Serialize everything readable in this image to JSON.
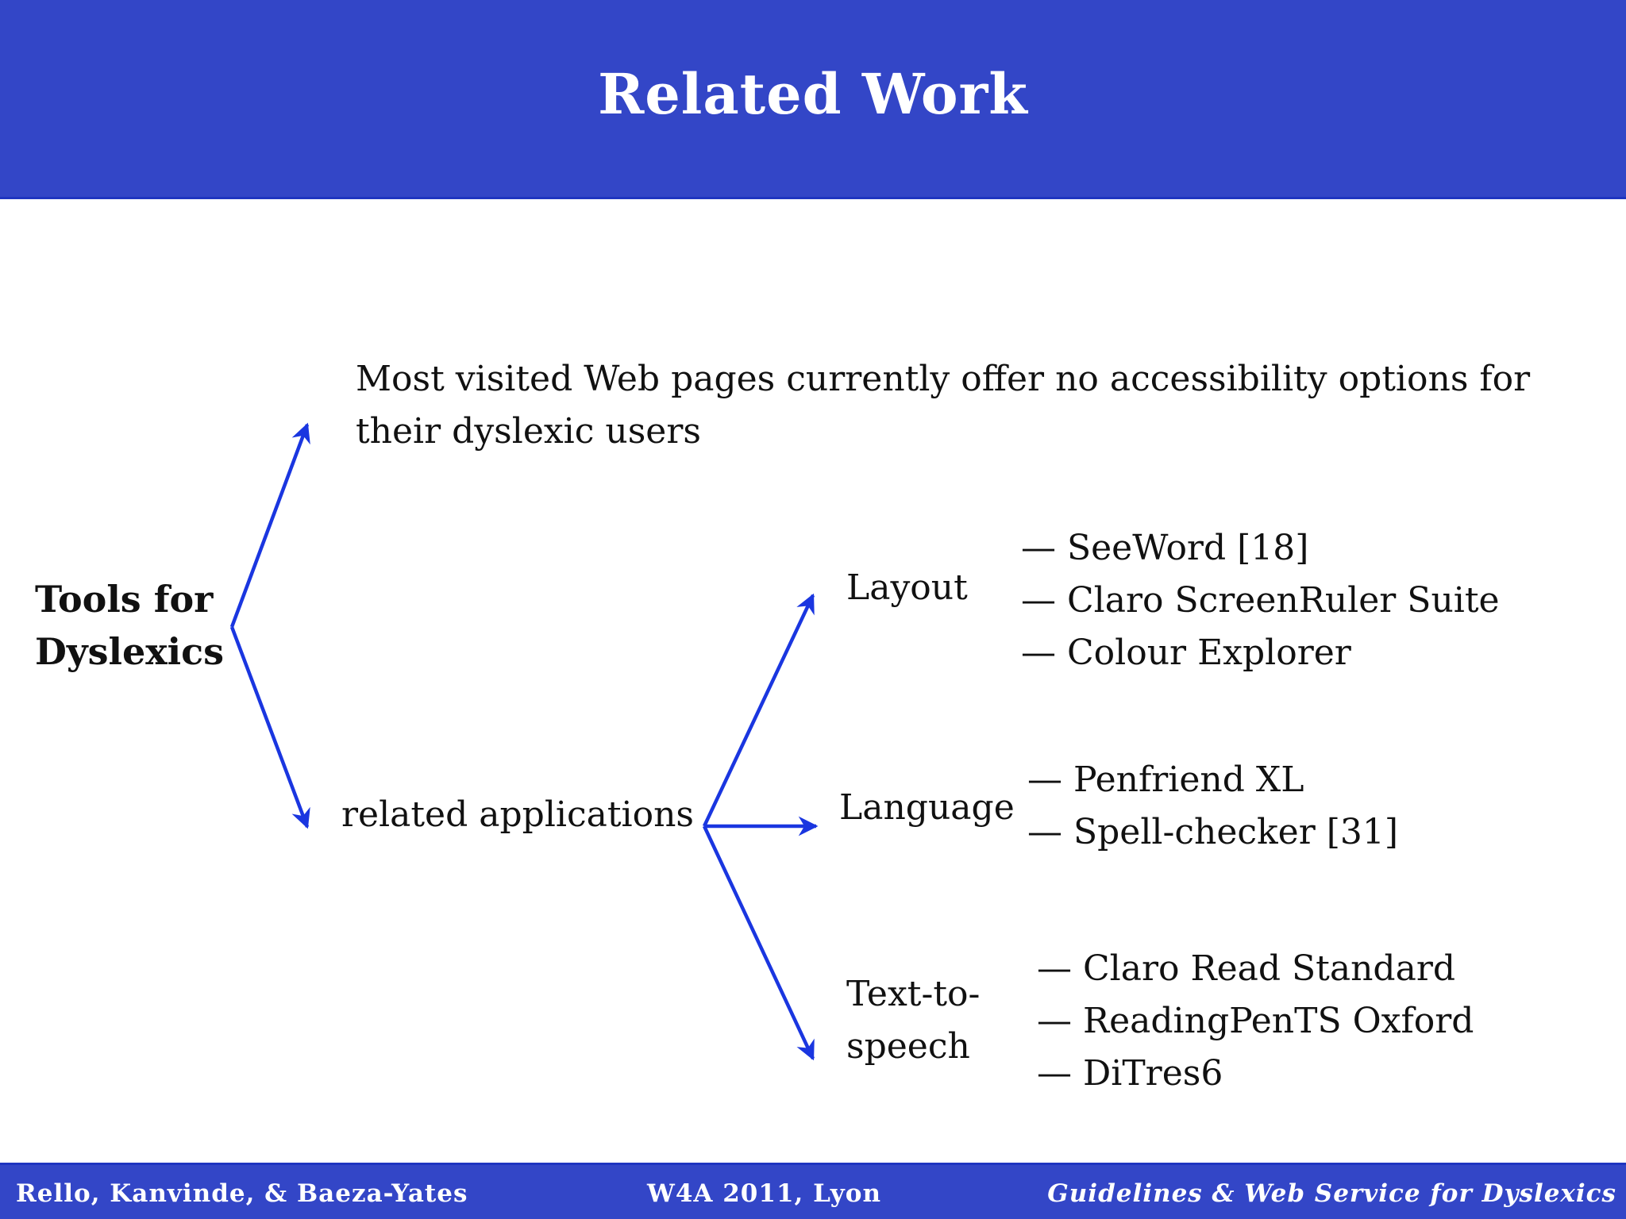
{
  "slide": {
    "title": "Related Work"
  },
  "tree": {
    "root": {
      "line1": "Tools for",
      "line2": "Dyslexics"
    },
    "top_branch": {
      "line1": "Most visited Web pages currently offer no accessibility options for",
      "line2": "their dyslexic users"
    },
    "bottom_branch": {
      "label": "related applications"
    },
    "categories": {
      "layout": {
        "label": "Layout",
        "items": [
          "— SeeWord [18]",
          "— Claro ScreenRuler Suite",
          "— Colour Explorer"
        ]
      },
      "language": {
        "label": "Language",
        "items": [
          "— Penfriend XL",
          "— Spell-checker [31]"
        ]
      },
      "tts": {
        "line1": "Text-to-",
        "line2": "speech",
        "items": [
          "— Claro Read Standard",
          "— ReadingPenTS Oxford",
          "— DiTres6"
        ]
      }
    }
  },
  "footer": {
    "authors": "Rello, Kanvinde, & Baeza-Yates",
    "venue": "W4A 2011, Lyon",
    "talk_title": "Guidelines & Web Service for Dyslexics"
  },
  "colors": {
    "header_bg": "#3346c7",
    "arrow": "#1a36e0"
  }
}
